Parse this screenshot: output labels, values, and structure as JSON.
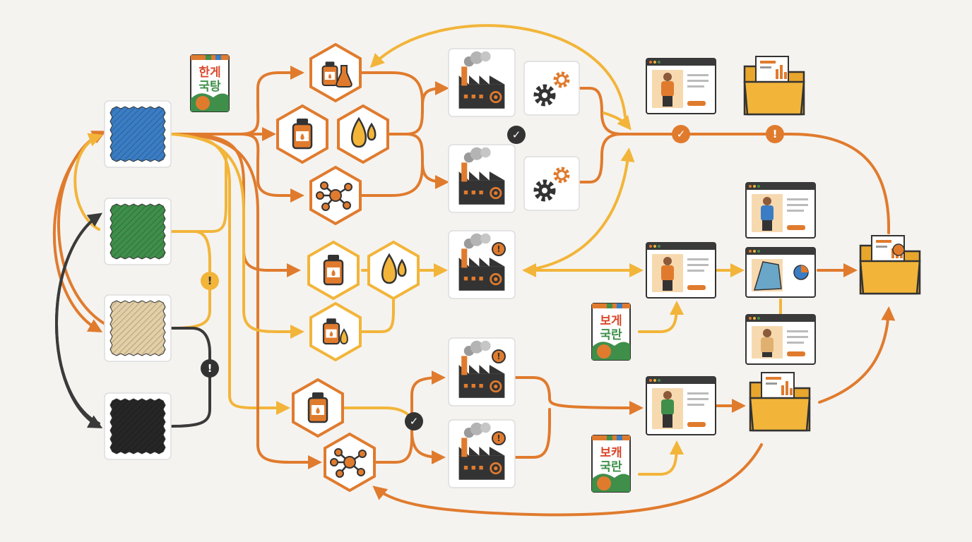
{
  "colors": {
    "background": "#f5f3ef",
    "orange": "#e07b2e",
    "yellow": "#f2b53a",
    "dark": "#3a3a3a",
    "fabric_blue": "#3a7dc4",
    "fabric_green": "#3f8f4a",
    "fabric_beige": "#e3cfa6",
    "fabric_black": "#262626"
  },
  "fabrics": [
    {
      "name": "blue-fabric-swatch",
      "color": "#3a7dc4"
    },
    {
      "name": "green-fabric-swatch",
      "color": "#3f8f4a"
    },
    {
      "name": "beige-fabric-swatch",
      "color": "#e3cfa6"
    },
    {
      "name": "black-fabric-swatch",
      "color": "#262626"
    }
  ],
  "books": [
    {
      "line1": "한게",
      "line2": "국탕",
      "name": "book-top"
    },
    {
      "line1": "보게",
      "line2": "국란",
      "name": "book-middle"
    },
    {
      "line1": "보캐",
      "line2": "국란",
      "name": "book-bottom"
    }
  ],
  "icons": {
    "fabric": "fabric-swatch-icon",
    "chemical": "chemical-bottle-icon",
    "dye": "dye-drop-icon",
    "molecule": "molecule-icon",
    "factory": "factory-icon",
    "gears": "gears-icon",
    "catalog": "product-catalog-icon",
    "folder": "folder-report-icon",
    "check": "check-icon",
    "alert": "alert-icon"
  },
  "marks": {
    "check": "✓",
    "alert": "!"
  }
}
